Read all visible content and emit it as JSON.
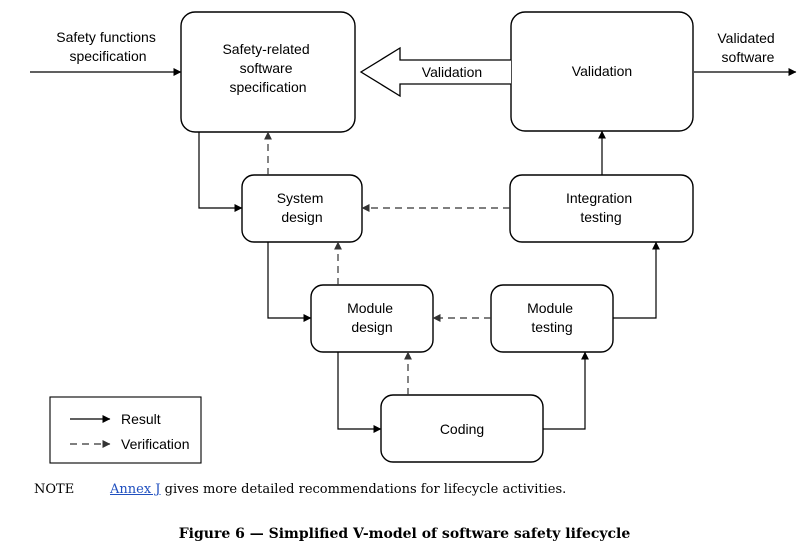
{
  "diagram": {
    "input_label": [
      "Safety functions",
      "specification"
    ],
    "output_label": [
      "Validated",
      "software"
    ],
    "boxes": {
      "safety_spec": [
        "Safety-related",
        "software",
        "specification"
      ],
      "validation": [
        "Validation"
      ],
      "system_design": [
        "System",
        "design"
      ],
      "integration_testing": [
        "Integration",
        "testing"
      ],
      "module_design": [
        "Module",
        "design"
      ],
      "module_testing": [
        "Module",
        "testing"
      ],
      "coding": [
        "Coding"
      ]
    },
    "validation_arrow_label": "Validation",
    "legend": {
      "result": "Result",
      "verification": "Verification"
    }
  },
  "note": {
    "label": "NOTE",
    "link_text": "Annex J",
    "text": " gives more detailed recommendations for lifecycle activities."
  },
  "caption": "Figure 6 — Simplified V-model of software safety lifecycle"
}
